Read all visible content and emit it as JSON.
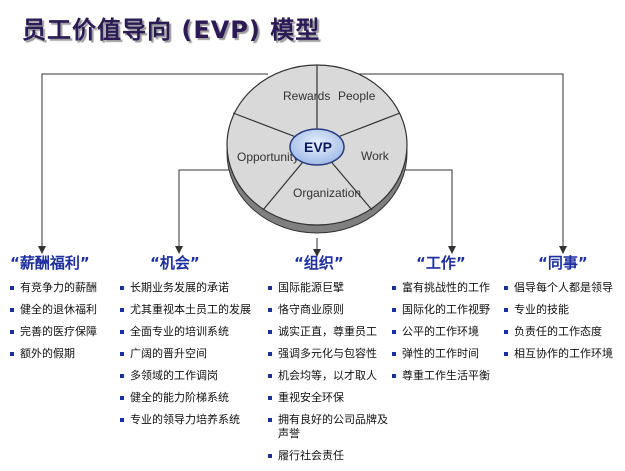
{
  "title": "员工价值导向 (EVP) 模型",
  "wheel": {
    "center": "EVP",
    "segments": [
      "Rewards",
      "People",
      "Work",
      "Organization",
      "Opportunity"
    ]
  },
  "columns": [
    {
      "heading": "“薪酬福利”",
      "items": [
        "有竞争力的薪酬",
        "健全的退休福利",
        "完善的医疗保障",
        "额外的假期"
      ]
    },
    {
      "heading": "“机会”",
      "items": [
        "长期业务发展的承诺",
        "尤其重视本土员工的发展",
        "全面专业的培训系统",
        "广阔的晋升空间",
        "多领域的工作调岗",
        "健全的能力阶梯系统",
        "专业的领导力培养系统"
      ]
    },
    {
      "heading": "“组织”",
      "items": [
        "国际能源巨擘",
        "恪守商业原则",
        "诚实正直，尊重员工",
        "强调多元化与包容性",
        "机会均等，以才取人",
        "重视安全环保",
        "拥有良好的公司品牌及声誉",
        "履行社会责任"
      ]
    },
    {
      "heading": "“工作”",
      "items": [
        "富有挑战性的工作",
        "国际化的工作视野",
        "公平的工作环境",
        "弹性的工作时间",
        "尊重工作生活平衡"
      ]
    },
    {
      "heading": "“同事”",
      "items": [
        "倡导每个人都是领导",
        "专业的技能",
        "负责任的工作态度",
        "相互协作的工作环境"
      ]
    }
  ]
}
